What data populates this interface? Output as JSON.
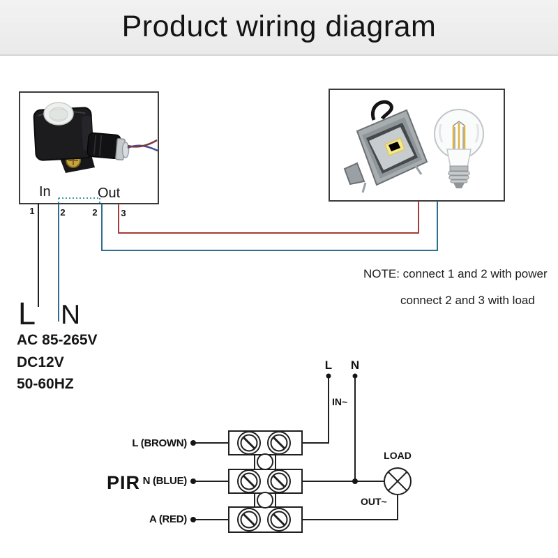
{
  "header": {
    "title": "Product wiring diagram"
  },
  "sensor_box": {
    "in_label": "In",
    "out_label": "Out",
    "terminals": [
      "1",
      "2",
      "2",
      "3"
    ],
    "image": "pir-motion-sensor-photo"
  },
  "load_box": {
    "images": [
      "led-floodlight-photo",
      "led-filament-bulb-photo"
    ]
  },
  "power_input": {
    "line_label": "L",
    "neutral_label": "N",
    "specs": [
      "AC 85-265V",
      "DC12V",
      "50-60HZ"
    ]
  },
  "note": {
    "line1": "NOTE: connect 1 and 2 with power",
    "line2": "connect 2 and 3 with load"
  },
  "bottom_diagram": {
    "pir_label": "PIR",
    "l_label": "L",
    "n_label": "N",
    "in_label": "IN~",
    "out_label": "OUT~",
    "load_label": "LOAD",
    "terminal_rows": [
      {
        "label": "L (BROWN)"
      },
      {
        "label": "N (BLUE)"
      },
      {
        "label": "A (RED)"
      }
    ]
  },
  "colors": {
    "wire_black": "#1f1f1f",
    "wire_blue": "#2d6f8e",
    "wire_red": "#a33c38",
    "dotted_teal": "#3d98a0"
  }
}
